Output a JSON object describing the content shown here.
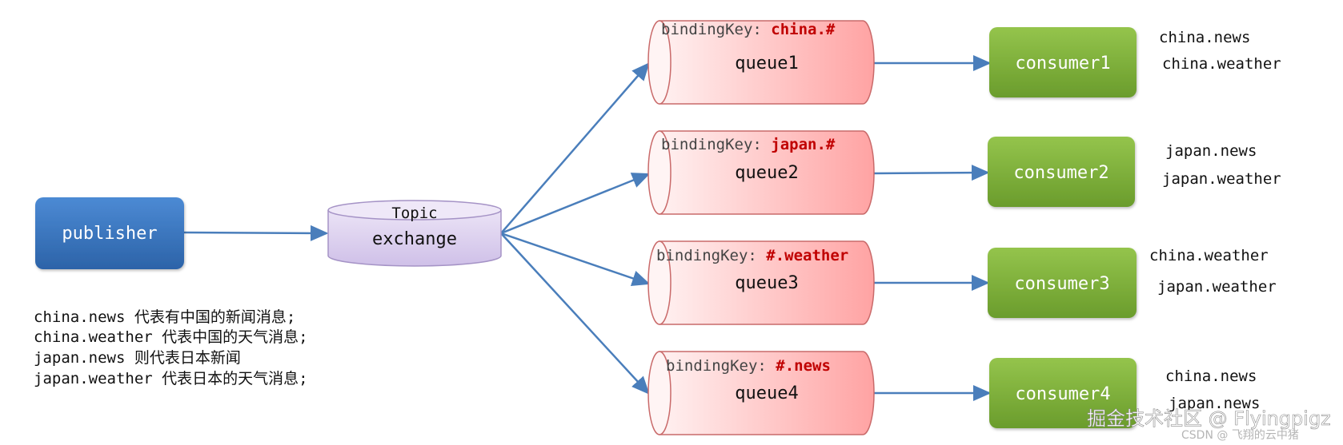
{
  "publisher": {
    "label": "publisher"
  },
  "exchange": {
    "type_label": "Topic",
    "label": "exchange"
  },
  "binding_prefix": "bindingKey: ",
  "queues": [
    {
      "label": "queue1",
      "binding_key": "china.#"
    },
    {
      "label": "queue2",
      "binding_key": "japan.#"
    },
    {
      "label": "queue3",
      "binding_key": "#.weather"
    },
    {
      "label": "queue4",
      "binding_key": "#.news"
    }
  ],
  "consumers": [
    {
      "label": "consumer1",
      "routing_keys": [
        "china.news",
        "china.weather"
      ]
    },
    {
      "label": "consumer2",
      "routing_keys": [
        "japan.news",
        "japan.weather"
      ]
    },
    {
      "label": "consumer3",
      "routing_keys": [
        "china.weather",
        "japan.weather"
      ]
    },
    {
      "label": "consumer4",
      "routing_keys": [
        "china.news",
        "japan.news"
      ]
    }
  ],
  "legend": [
    "china.news 代表有中国的新闻消息;",
    "china.weather 代表中国的天气消息;",
    "japan.news 则代表日本新闻",
    "japan.weather 代表日本的天气消息;"
  ],
  "watermark": {
    "main": "掘金技术社区 @ Flyingpigz",
    "sub": "CSDN @ 飞翔的云中猪"
  },
  "colors": {
    "publisher": "#3a78c4",
    "consumer": "#7fb23a",
    "queue": "#ffc2c2",
    "exchange": "#dcd0ee",
    "arrow": "#4a7ebb",
    "binding_key": "#c00000"
  }
}
